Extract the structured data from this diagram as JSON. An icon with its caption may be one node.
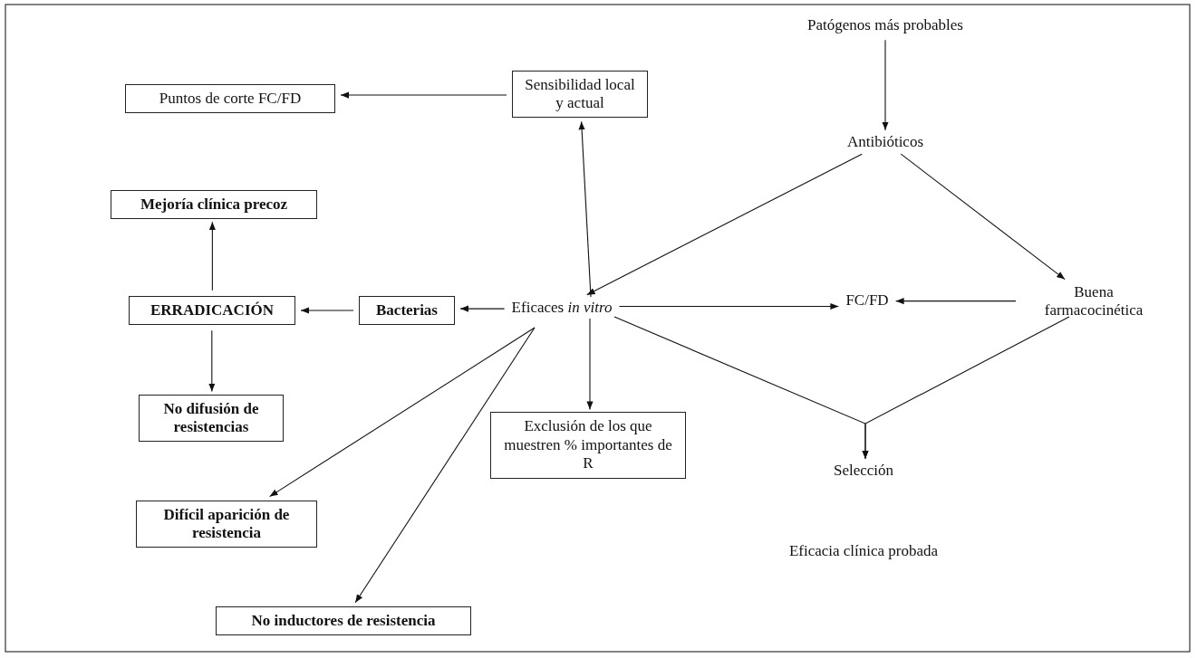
{
  "diagram": {
    "nodes": [
      {
        "text": [
          "Patógenos más probables"
        ]
      },
      {
        "text": [
          "Antibióticos"
        ]
      },
      {
        "text": [
          "Sensibilidad local y actual"
        ]
      },
      {
        "text": [
          "Puntos de corte FC/FD"
        ]
      },
      {
        "text": [
          "Mejoría clínica precoz"
        ]
      },
      {
        "text": [
          "ERRADICACIÓN"
        ]
      },
      {
        "text": [
          "Bacterias"
        ]
      },
      {
        "text": [
          "Eficaces *in vitro*"
        ]
      },
      {
        "text": [
          "FC/FD"
        ]
      },
      {
        "text": [
          "Buena farmacocinética"
        ]
      },
      {
        "text": [
          "No difusión de resistencias"
        ]
      },
      {
        "text": [
          "Exclusión de los que muestren % importantes de R"
        ]
      },
      {
        "text": [
          "Selección"
        ]
      },
      {
        "text": [
          "Difícil aparición de resistencia"
        ]
      },
      {
        "text": [
          "No inductores de resistencia"
        ]
      }
    ],
    "edges": [
      {
        "from": 0,
        "to": 1,
        "arrow": "to"
      },
      {
        "from": 2,
        "to": 3,
        "arrow": "to"
      },
      {
        "from": 7,
        "to": 2,
        "arrow": "to"
      },
      {
        "from": 1,
        "to": 7,
        "arrow": "to"
      },
      {
        "from": 1,
        "to": 9,
        "arrow": "to"
      },
      {
        "from": 7,
        "to": 8,
        "arrow": "to"
      },
      {
        "from": 9,
        "to": 8,
        "arrow": "to"
      },
      {
        "from": 7,
        "to": 6,
        "arrow": "to"
      },
      {
        "from": 6,
        "to": 5,
        "arrow": "to"
      },
      {
        "from": 5,
        "to": 4,
        "arrow": "to"
      },
      {
        "from": 5,
        "to": 10,
        "arrow": "to"
      },
      {
        "from": 7,
        "to": 11,
        "arrow": "to"
      },
      {
        "from": 7,
        "to": 13,
        "arrow": "to"
      },
      {
        "from": 7,
        "to": 14,
        "arrow": "to"
      },
      {
        "from": 7,
        "to": 12,
        "arrow": "to"
      },
      {
        "from": 9,
        "to": 12,
        "arrow": "to"
      }
    ],
    "labels": [
      "Eficacia clínica probada"
    ]
  }
}
